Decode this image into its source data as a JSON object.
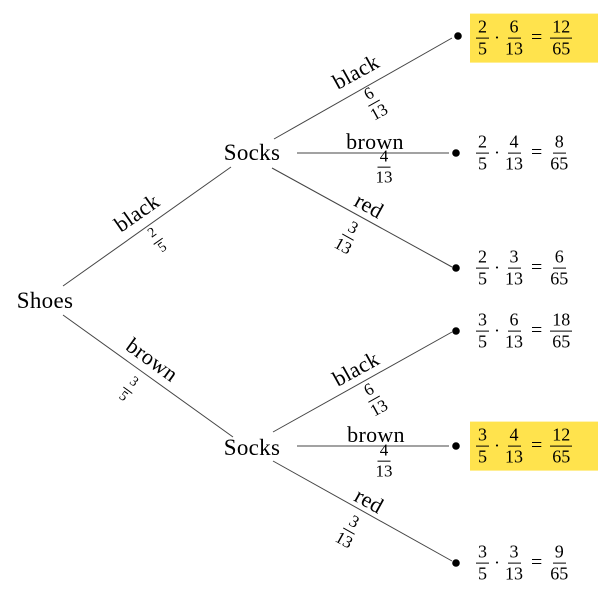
{
  "colors": {
    "highlight": "#ffe34d",
    "line": "#444444",
    "text": "#000000"
  },
  "operators": {
    "times": "·",
    "equals": "="
  },
  "root": {
    "label": "Shoes"
  },
  "shoe_branches": [
    {
      "label": "black",
      "prob_num": "2",
      "prob_den": "5"
    },
    {
      "label": "brown",
      "prob_num": "3",
      "prob_den": "5"
    }
  ],
  "sock_nodes": [
    {
      "label": "Socks"
    },
    {
      "label": "Socks"
    }
  ],
  "sock_branches": [
    {
      "label": "black",
      "prob_num": "6",
      "prob_den": "13"
    },
    {
      "label": "brown",
      "prob_num": "4",
      "prob_den": "13"
    },
    {
      "label": "red",
      "prob_num": "3",
      "prob_den": "13"
    }
  ],
  "outcomes": [
    {
      "shoe_num": "2",
      "shoe_den": "5",
      "sock_num": "6",
      "sock_den": "13",
      "result_num": "12",
      "result_den": "65",
      "highlighted": true
    },
    {
      "shoe_num": "2",
      "shoe_den": "5",
      "sock_num": "4",
      "sock_den": "13",
      "result_num": "8",
      "result_den": "65",
      "highlighted": false
    },
    {
      "shoe_num": "2",
      "shoe_den": "5",
      "sock_num": "3",
      "sock_den": "13",
      "result_num": "6",
      "result_den": "65",
      "highlighted": false
    },
    {
      "shoe_num": "3",
      "shoe_den": "5",
      "sock_num": "6",
      "sock_den": "13",
      "result_num": "18",
      "result_den": "65",
      "highlighted": false
    },
    {
      "shoe_num": "3",
      "shoe_den": "5",
      "sock_num": "4",
      "sock_den": "13",
      "result_num": "12",
      "result_den": "65",
      "highlighted": true
    },
    {
      "shoe_num": "3",
      "shoe_den": "5",
      "sock_num": "3",
      "sock_den": "13",
      "result_num": "9",
      "result_den": "65",
      "highlighted": false
    }
  ]
}
